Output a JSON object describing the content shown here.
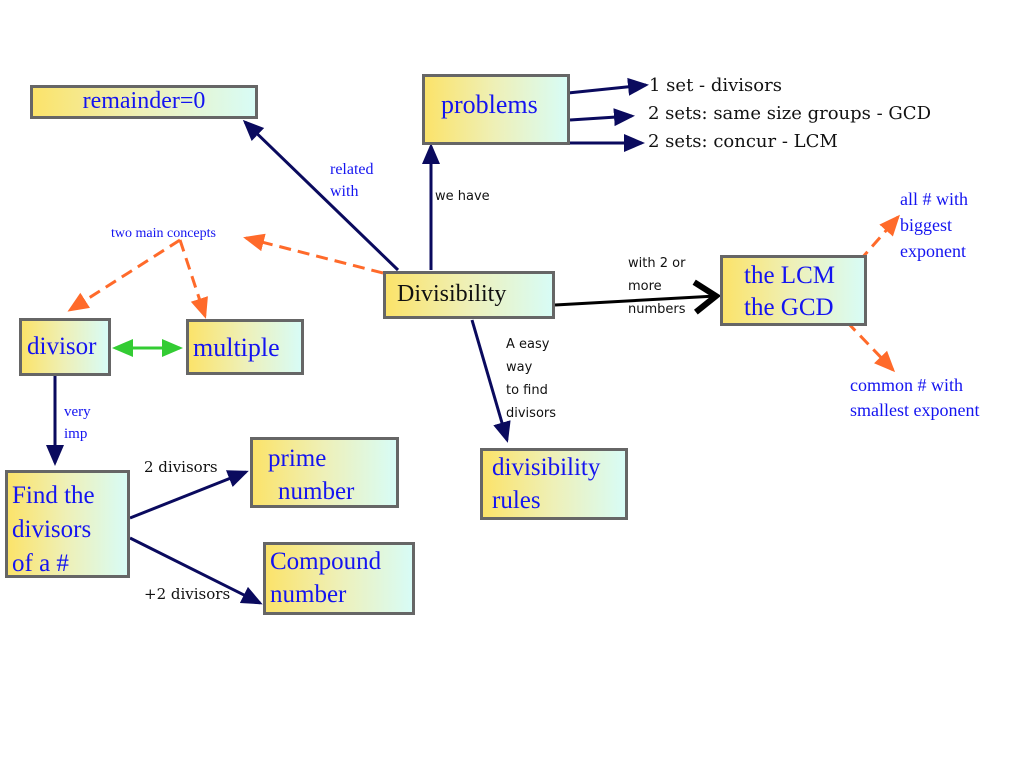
{
  "nodes": {
    "remainder": "remainder=0",
    "problems": "problems",
    "divisibility": "Divisibility",
    "lcm_gcd": [
      "the LCM",
      "the GCD"
    ],
    "divisor": "divisor",
    "multiple": "multiple",
    "find_divisors": [
      "Find the",
      "divisors",
      "of a #"
    ],
    "prime": [
      "prime",
      "number"
    ],
    "compound": [
      "Compound",
      "number"
    ],
    "divisibility_rules": [
      "divisibility",
      "rules"
    ]
  },
  "links": {
    "related_with": "related\nwith",
    "we_have": "we have",
    "two_main_concepts": "two main concepts",
    "with_2_or_more": "with 2 or\nmore\nnumbers",
    "easy_way": "A easy\nway\nto find\ndivisors",
    "very_imp": "very\nimp",
    "two_divisors": "2 divisors",
    "plus_two_divisors": "+2 divisors",
    "biggest": "all # with\nbiggest\nexponent",
    "smallest": "common # with\nsmallest exponent"
  },
  "problems_list": [
    "1 set - divisors",
    "2 sets: same size groups - GCD",
    "2 sets: concur - LCM"
  ],
  "colors": {
    "navy": "#0a0a5e",
    "orange": "#ff6a2a",
    "green": "#33cc33",
    "node_text": "#1414f0"
  }
}
